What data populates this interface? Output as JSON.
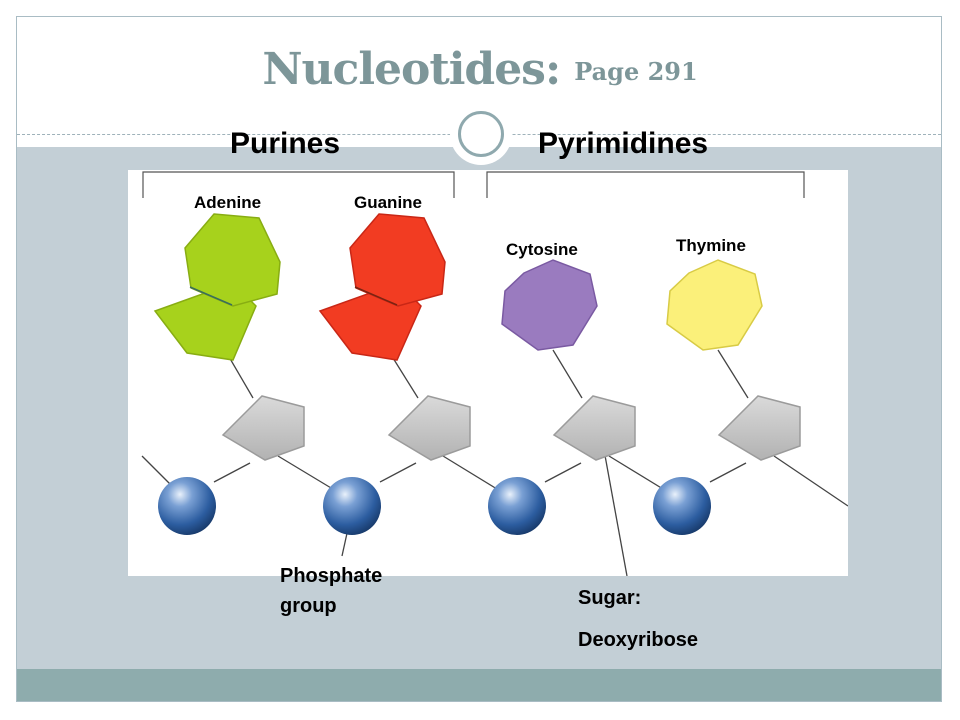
{
  "slide": {
    "title": "Nucleotides:",
    "page_ref": "Page 291"
  },
  "groups": {
    "purines": "Purines",
    "pyrimidines": "Pyrimidines"
  },
  "bases": [
    {
      "name": "Adenine",
      "color": "#a7d21c",
      "shape": "hexagon+pentagon"
    },
    {
      "name": "Guanine",
      "color": "#f23c22",
      "shape": "hexagon+pentagon"
    },
    {
      "name": "Cytosine",
      "color": "#9a7bbf",
      "shape": "hexagon"
    },
    {
      "name": "Thymine",
      "color": "#fbf07a",
      "shape": "hexagon"
    }
  ],
  "labels": {
    "phosphate_line1": "Phosphate",
    "phosphate_line2": "group",
    "sugar_line1": "Sugar:",
    "sugar_line2": "Deoxyribose"
  },
  "colors": {
    "title": "#7d9699",
    "content_bg": "#c3cfd6",
    "footer": "#8eacad",
    "sugar": "#c5c5c5",
    "phosphate": "#2c5da0"
  }
}
